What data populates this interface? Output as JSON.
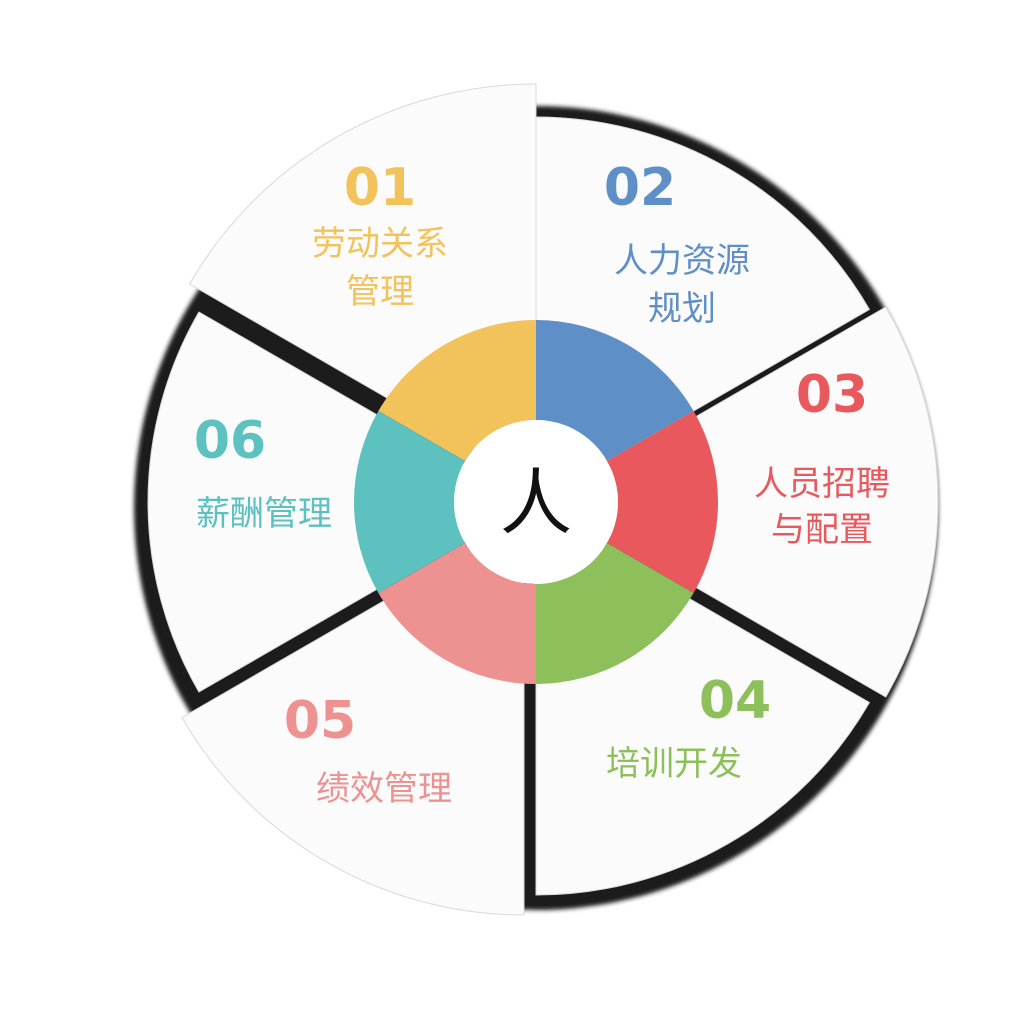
{
  "center": {
    "text": "人"
  },
  "segments": [
    {
      "number": "01",
      "lines": [
        "劳动关系",
        "管理"
      ],
      "color": "#f2c25b"
    },
    {
      "number": "02",
      "lines": [
        "人力资源",
        "规划"
      ],
      "color": "#5f8fc7"
    },
    {
      "number": "03",
      "lines": [
        "人员招聘",
        "与配置"
      ],
      "color": "#e8585c"
    },
    {
      "number": "04",
      "lines": [
        "培训开发"
      ],
      "color": "#8dc05a"
    },
    {
      "number": "05",
      "lines": [
        "绩效管理"
      ],
      "color": "#ee9291"
    },
    {
      "number": "06",
      "lines": [
        "薪酬管理"
      ],
      "color": "#5cc1bf"
    }
  ],
  "colors": {
    "ring_shadow": "#1a1a1a",
    "panel": "#fbfbfb",
    "center_fill": "#ffffff"
  }
}
